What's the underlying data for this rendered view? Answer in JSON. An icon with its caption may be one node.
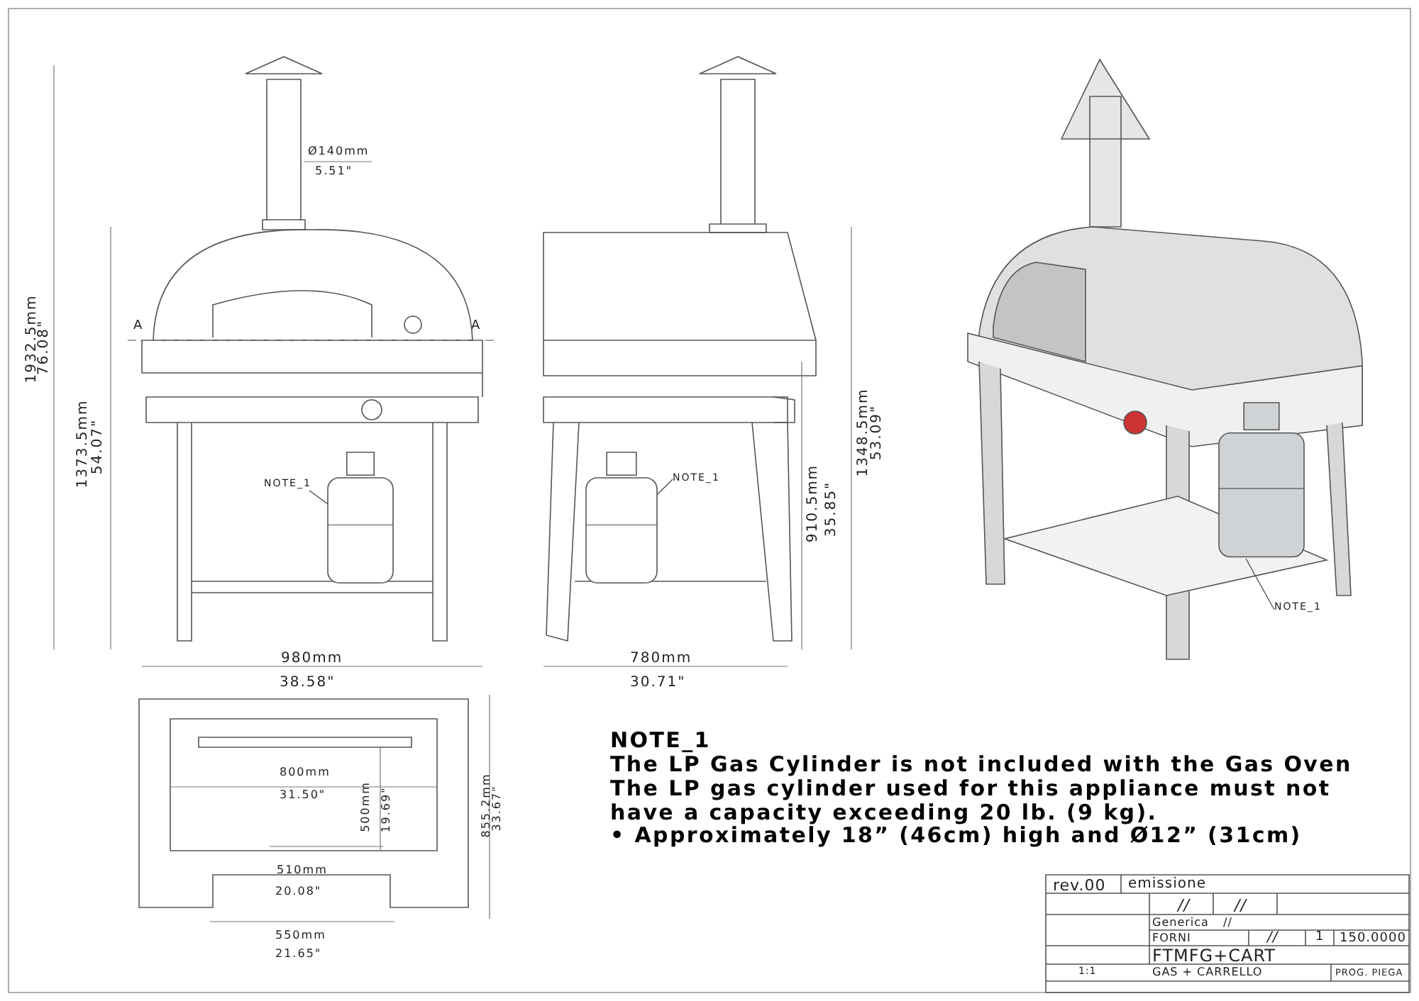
{
  "diagram": {
    "nodes": [
      {
        "text": [
          "NOTE_1"
        ]
      },
      {
        "text": [],
        "shape": "cylinder"
      },
      {
        "text": [
          "NOTE_1"
        ]
      },
      {
        "text": [],
        "shape": "cylinder"
      },
      {
        "text": [
          "NOTE_1"
        ]
      },
      {
        "text": [],
        "shape": "cylinder"
      }
    ],
    "edges": [
      {
        "from": 0,
        "to": 1,
        "arrow": "none"
      },
      {
        "from": 2,
        "to": 3,
        "arrow": "none"
      },
      {
        "from": 5,
        "to": 4,
        "arrow": "none"
      }
    ],
    "labels": [
      "Ø140mm",
      "5.51\"",
      "A",
      "A",
      "1932.5mm",
      "76.08\"",
      "1373.5mm",
      "54.07\"",
      "910.5mm",
      "35.85\"",
      "1348.5mm",
      "53.09\"",
      "980mm",
      "38.58\"",
      "780mm",
      "30.71\"",
      "800mm",
      "31.50\"",
      "500mm",
      "19.69\"",
      "855.2mm",
      "33.67\"",
      "510mm",
      "20.08\"",
      "550mm",
      "21.65\"",
      "NOTE_1",
      "The LP Gas Cylinder is not included with the Gas Oven",
      "The LP gas cylinder used for this appliance must not have a capacity exceeding 20 lb. (9 kg).",
      "• Approximately 18” (46cm) high and Ø12” (31cm)",
      "rev.00",
      "emissione",
      "//",
      "//",
      "Generica",
      "//",
      "FORNI",
      "//",
      "1",
      "150.0000",
      "FTMFG+CART",
      "1:1",
      "GAS + CARRELLO",
      "PROG. PIEGA"
    ]
  }
}
